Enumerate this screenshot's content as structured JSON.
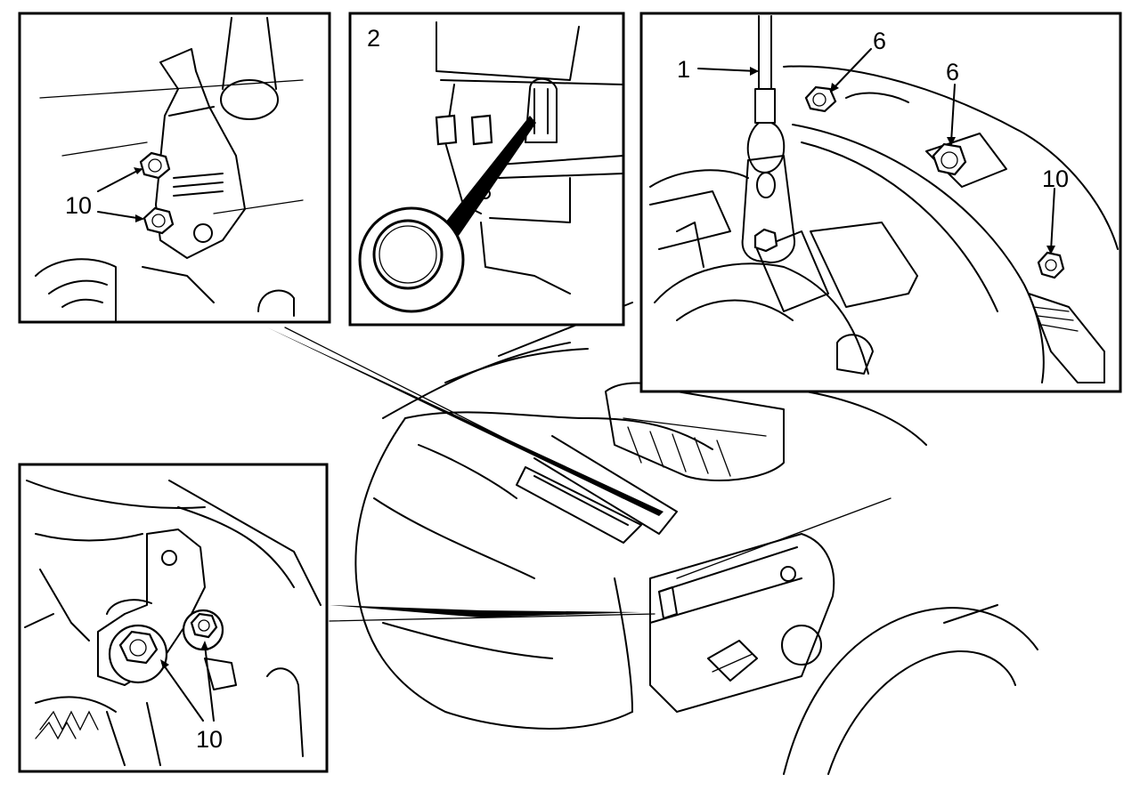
{
  "diagram": {
    "panels": {
      "top_left": {
        "callouts": [
          "10"
        ]
      },
      "top_middle": {
        "callouts": [
          "2"
        ]
      },
      "top_right": {
        "callouts": [
          "1",
          "6",
          "6",
          "10"
        ]
      },
      "bottom_left": {
        "callouts": [
          "10"
        ]
      }
    }
  }
}
